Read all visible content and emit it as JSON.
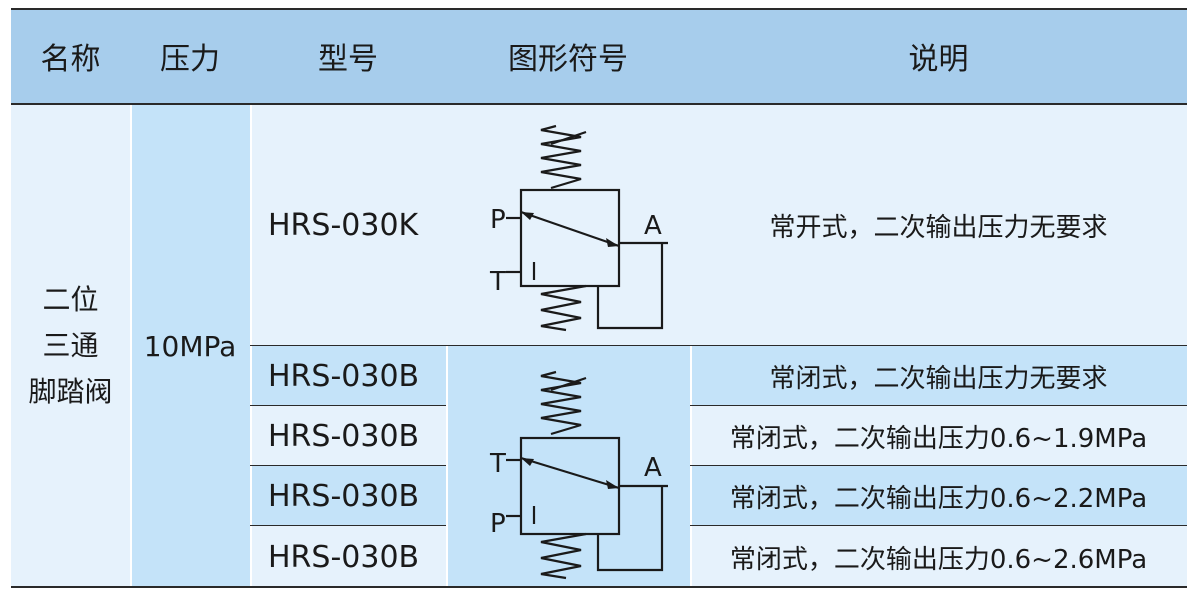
{
  "header": {
    "name": "名称",
    "pressure": "压力",
    "model": "型号",
    "symbol": "图形符号",
    "description": "说明"
  },
  "product": {
    "name_lines": [
      "二位",
      "三通",
      "脚踏阀"
    ],
    "pressure": "10MPa"
  },
  "rows": [
    {
      "model": "HRS-030K",
      "description": "常开式，二次输出压力无要求"
    },
    {
      "model": "HRS-030B",
      "description": "常闭式，二次输出压力无要求"
    },
    {
      "model": "HRS-030B",
      "description": "常闭式，二次输出压力0.6~1.9MPa"
    },
    {
      "model": "HRS-030B",
      "description": "常闭式，二次输出压力0.6~2.2MPa"
    },
    {
      "model": "HRS-030B",
      "description": "常闭式，二次输出压力0.6~2.6MPa"
    }
  ],
  "symbols": {
    "open": {
      "port_left_top": "P",
      "port_left_bottom": "T",
      "port_right": "A"
    },
    "closed": {
      "port_left_top": "T",
      "port_left_bottom": "P",
      "port_right": "A"
    }
  }
}
